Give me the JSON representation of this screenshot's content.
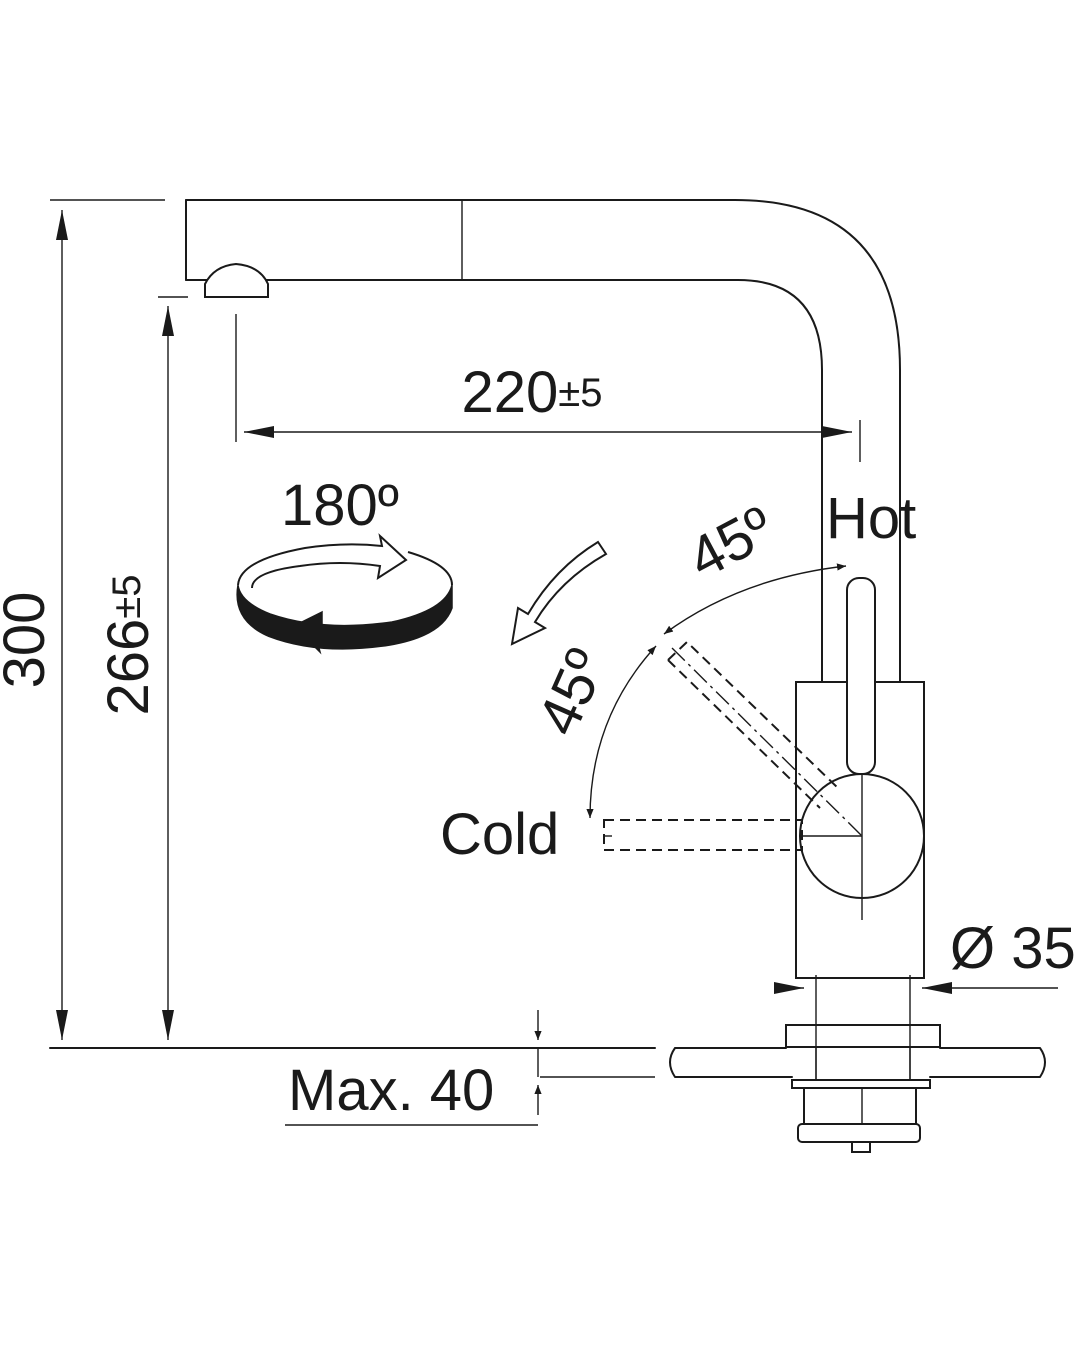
{
  "labels": {
    "total_height": "300",
    "spout_height": "266",
    "spout_height_tol": "±5",
    "reach": "220",
    "reach_tol": "±5",
    "rotation": "180º",
    "lever_angle_hot": "45º",
    "lever_angle_cold": "45º",
    "hot": "Hot",
    "cold": "Cold",
    "diameter": "Ø 35",
    "max_thickness": "Max. 40"
  }
}
